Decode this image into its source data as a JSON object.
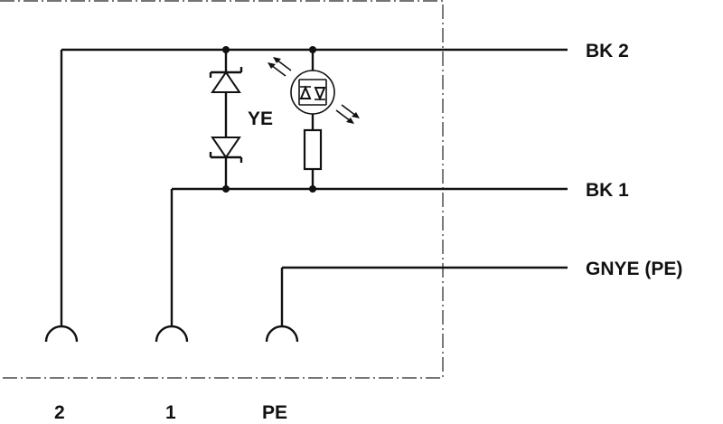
{
  "labels": {
    "bk2": "BK 2",
    "bk1": "BK 1",
    "gnye": "GNYE (PE)",
    "ye": "YE",
    "pin2": "2",
    "pin1": "1",
    "pinpe": "PE"
  },
  "colors": {
    "line": "#111111",
    "background": "#ffffff"
  },
  "icons": [
    "suppressor-diode-icon",
    "led-icon",
    "resistor-icon",
    "socket-contact-icon"
  ]
}
